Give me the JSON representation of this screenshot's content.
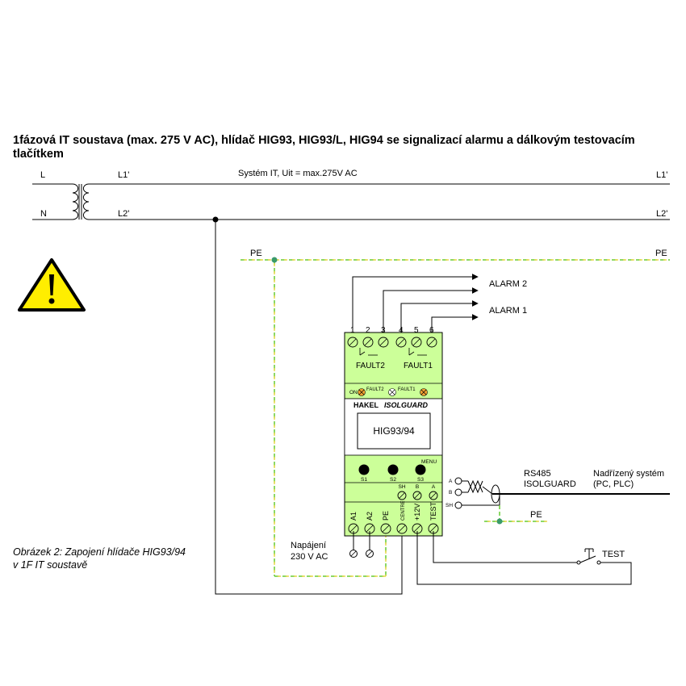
{
  "title": "1fázová IT soustava (max. 275 V AC), hlídač HIG93, HIG93/L, HIG94 se signalizací alarmu a dálkovým testovacím tlačítkem",
  "caption": {
    "line1": "Obrázek 2: Zapojení hlídače HIG93/94",
    "line2": "v 1F IT soustavě"
  },
  "lines": {
    "L": "L",
    "N": "N",
    "L1_left": "L1'",
    "L2_left": "L2'",
    "L1_right": "L1'",
    "L2_right": "L2'",
    "system": "Systém IT, Uit = max.275V AC",
    "PE_left": "PE",
    "PE_right": "PE",
    "PE_rs485": "PE"
  },
  "alarms": {
    "alarm2": "ALARM 2",
    "alarm1": "ALARM 1"
  },
  "device": {
    "top_terminals": [
      "1",
      "2",
      "3",
      "4",
      "5",
      "6"
    ],
    "fault2": "FAULT2",
    "fault1": "FAULT1",
    "led_on": "ON",
    "led_fault2": "FAULT2",
    "led_fault1": "FAULT1",
    "brand": "HAKEL",
    "product": "ISOLGUARD",
    "model": "HIG93/94",
    "menu": "MENU",
    "buttons": [
      "S1",
      "S2",
      "S3"
    ],
    "comm_terminals": [
      "SH",
      "B",
      "A"
    ],
    "bottom_terminals": [
      "A1",
      "A2",
      "PE",
      "CENTRE",
      "+12V",
      "TEST"
    ]
  },
  "rs485": {
    "a": "A",
    "b": "B",
    "sh": "SH",
    "label1": "RS485",
    "label2": "ISOLGUARD",
    "sys1": "Nadřízený systém",
    "sys2": "(PC, PLC)"
  },
  "power": {
    "line1": "Napájení",
    "line2": "230 V AC"
  },
  "test": "TEST",
  "colors": {
    "device_green": "#ccff99",
    "pe_dash_green": "#66cc33",
    "pe_dash_yellow": "#e8d84a",
    "pe_node": "#3a9a6a",
    "warning_yellow": "#ffee00",
    "led_orange": "#f0a030"
  }
}
